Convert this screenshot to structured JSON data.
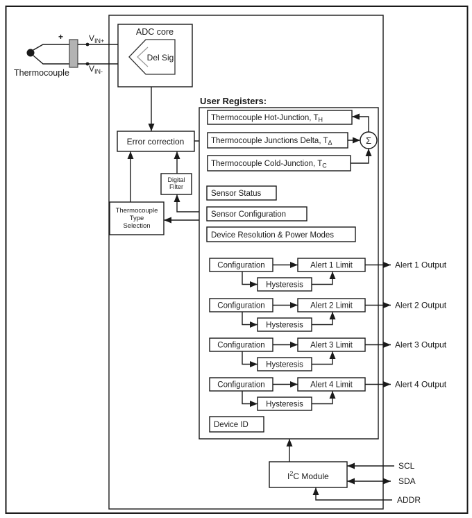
{
  "colors": {
    "line": "#1a1a1a",
    "bar_fill": "#b3b3b3",
    "background": "#ffffff"
  },
  "thermocouple": {
    "label": "Thermocouple",
    "polarity": "+",
    "vin_plus": {
      "base": "V",
      "sub": "IN+"
    },
    "vin_minus": {
      "base": "V",
      "sub": "IN-"
    }
  },
  "adc": {
    "title": "ADC core",
    "core_label": "Del Sig"
  },
  "blocks": {
    "error_correction": "Error correction",
    "digital_filter": [
      "Digital",
      "Filter"
    ],
    "type_selection": [
      "Thermocouple",
      "Type",
      "Selection"
    ]
  },
  "user_registers": {
    "heading": "User Registers:",
    "hot_junction": {
      "text": "Thermocouple Hot-Junction, T",
      "sub": "H"
    },
    "junctions_delta": {
      "text": "Thermocouple Junctions Delta, T",
      "sub": "Δ"
    },
    "cold_junction": {
      "text": "Thermocouple Cold-Junction, T",
      "sub": "C"
    },
    "sensor_status": "Sensor Status",
    "sensor_configuration": "Sensor Configuration",
    "device_resolution": "Device Resolution & Power Modes",
    "device_id": "Device ID"
  },
  "summation": {
    "symbol": "Σ"
  },
  "alerts": [
    {
      "configuration": "Configuration",
      "limit": "Alert 1 Limit",
      "hysteresis": "Hysteresis",
      "output": "Alert 1 Output"
    },
    {
      "configuration": "Configuration",
      "limit": "Alert 2 Limit",
      "hysteresis": "Hysteresis",
      "output": "Alert 2 Output"
    },
    {
      "configuration": "Configuration",
      "limit": "Alert 3 Limit",
      "hysteresis": "Hysteresis",
      "output": "Alert 3 Output"
    },
    {
      "configuration": "Configuration",
      "limit": "Alert 4 Limit",
      "hysteresis": "Hysteresis",
      "output": "Alert 4 Output"
    }
  ],
  "i2c": {
    "base": "I",
    "sup": "2",
    "rest": "C Module"
  },
  "pins": {
    "scl": "SCL",
    "sda": "SDA",
    "addr": "ADDR"
  }
}
